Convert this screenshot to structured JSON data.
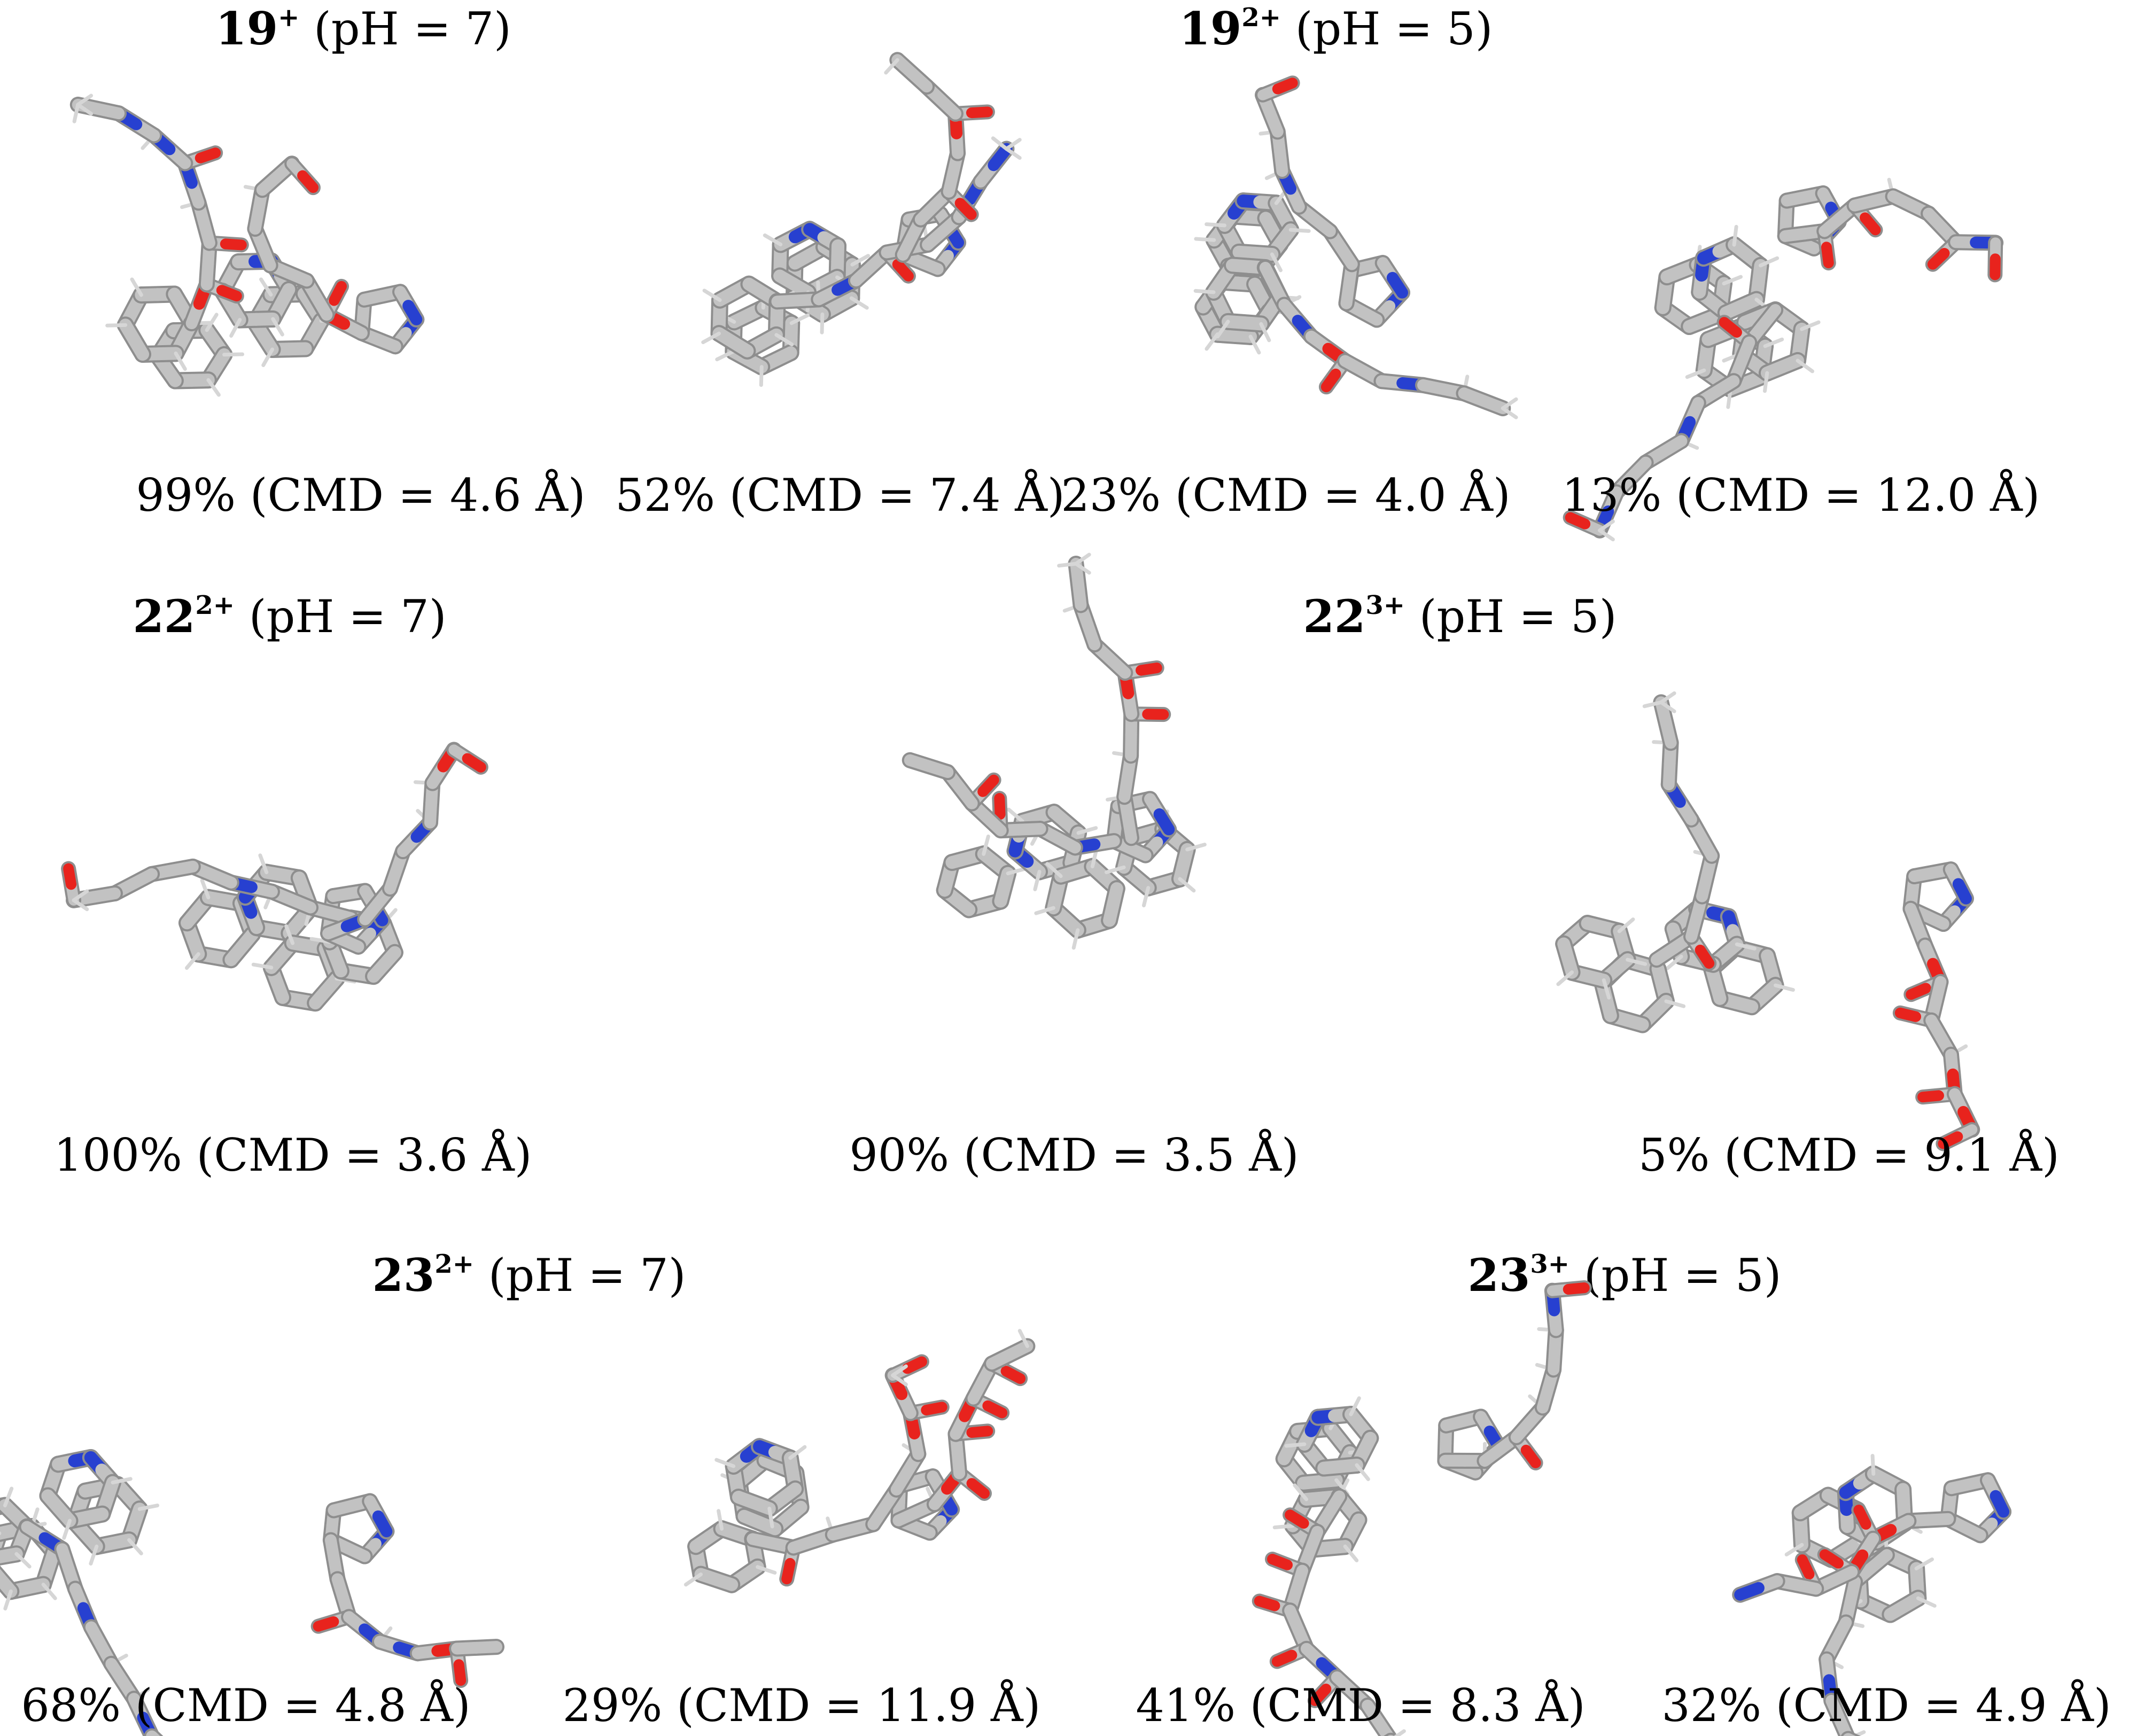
{
  "colors": {
    "carbon": "#c2c2c2",
    "carbon_shade": "#8e8e8e",
    "hydrogen": "#d6d6d6",
    "nitrogen": "#2740d0",
    "oxygen": "#e8231d"
  },
  "groups": [
    {
      "compound": "19",
      "charge": "+",
      "condition": "(pH = 7)"
    },
    {
      "compound": "19",
      "charge": "2+",
      "condition": "(pH = 5)"
    },
    {
      "compound": "22",
      "charge": "2+",
      "condition": "(pH = 7)"
    },
    {
      "compound": "22",
      "charge": "3+",
      "condition": "(pH = 5)"
    },
    {
      "compound": "23",
      "charge": "2+",
      "condition": "(pH = 7)"
    },
    {
      "compound": "23",
      "charge": "3+",
      "condition": "(pH = 5)"
    }
  ],
  "panels": [
    {
      "name": "19-ph7-a",
      "caption": "99% (CMD = 4.6 Å)"
    },
    {
      "name": "19-ph5-a",
      "caption": "52% (CMD = 7.4 Å)"
    },
    {
      "name": "19-ph5-b",
      "caption": "23% (CMD = 4.0 Å)"
    },
    {
      "name": "19-ph5-c",
      "caption": "13% (CMD = 12.0 Å)"
    },
    {
      "name": "22-ph7-a",
      "caption": "100% (CMD = 3.6 Å)"
    },
    {
      "name": "22-ph5-a",
      "caption": "90% (CMD = 3.5 Å)"
    },
    {
      "name": "22-ph5-b",
      "caption": "5% (CMD = 9.1 Å)"
    },
    {
      "name": "23-ph7-a",
      "caption": "68% (CMD = 4.8 Å)"
    },
    {
      "name": "23-ph7-b",
      "caption": "29% (CMD = 11.9 Å)"
    },
    {
      "name": "23-ph5-a",
      "caption": "41% (CMD = 8.3 Å)"
    },
    {
      "name": "23-ph5-b",
      "caption": "32% (CMD = 4.9 Å)"
    }
  ]
}
